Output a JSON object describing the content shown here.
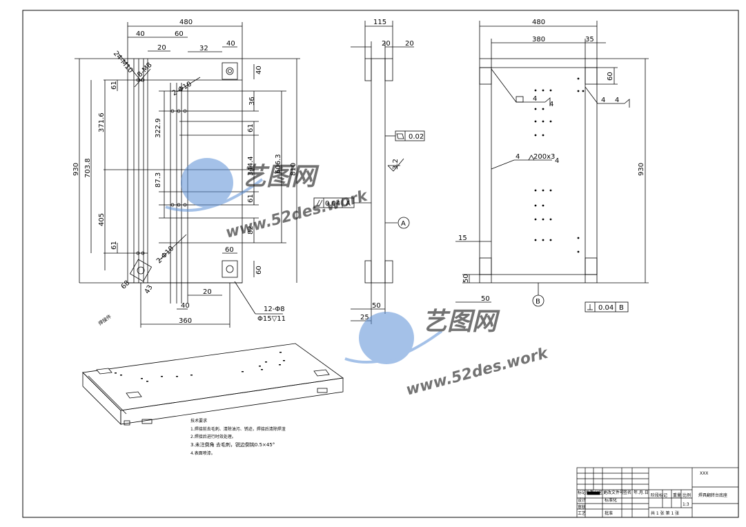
{
  "drawing": {
    "title_code": "XXX",
    "part_name": "焊具翻转台底座",
    "scale": "1:3",
    "sheet": "共 1 张 第 1 张"
  },
  "front_view": {
    "dims": {
      "width_480": "480",
      "d40a": "40",
      "d60a": "60",
      "d20a": "20",
      "d32": "32",
      "d40b": "40",
      "hole_24": "24-M10",
      "hole_8": "8-M8",
      "hole_2a": "2-Φ10",
      "d40c": "40",
      "d36": "36",
      "d61a": "61",
      "d61b": "61",
      "d61c": "61",
      "d61d": "61",
      "d3716": "371.6",
      "d3229": "322.9",
      "d3444": "344.4",
      "d6063": "606.3",
      "d810": "810",
      "d7038": "703.8",
      "d930": "930",
      "d873": "87.3",
      "d405": "405",
      "d82": "82",
      "d60b": "60",
      "d60c": "60",
      "hole_2b": "2-Φ10",
      "d68": "68",
      "d43": "43",
      "d40d": "40",
      "d20b": "20",
      "d360": "360",
      "hole_12": "12-Φ8",
      "hole_15": "Φ15▽11"
    },
    "mark": "焊接件"
  },
  "side_view": {
    "dims": {
      "d115": "115",
      "d20a": "20",
      "d20b": "20",
      "d50": "50",
      "d25": "25"
    },
    "flatness": "0.02",
    "parallel": "0.04",
    "parallel_ref": "A",
    "roughness": "3.2",
    "datum_a": "A"
  },
  "top_view": {
    "dims": {
      "d480": "480",
      "d380": "380",
      "d35": "35",
      "d60": "60",
      "d930": "930",
      "d15": "15",
      "d50a": "50",
      "d50b": "50"
    },
    "weld_1": "4",
    "weld_1b": "4",
    "weld_2": "4",
    "weld_2b": "4",
    "weld_3": "4",
    "weld_3_len": "200x3",
    "weld_3b": "4",
    "perp": "0.04",
    "perp_ref": "B",
    "datum_b": "B"
  },
  "notes": {
    "title": "技术要求",
    "n1": "1.焊接前去毛刺、清除油污、锈迹，焊接后清除焊渣",
    "n2": "2.焊接后进行时效处理。",
    "n3": "3.未注倒角  去毛刺，锐边倒钝0.5×45°",
    "n4": "4.表面喷漆。"
  },
  "title_block": {
    "r1": [
      "标记",
      "处数",
      "分区",
      "更改文件号",
      "签名",
      "年.月.日"
    ],
    "design": "设计",
    "std": "标准化",
    "check": "审核",
    "craft": "工艺",
    "approve": "批准",
    "stage": "阶段标记",
    "weight": "重量",
    "scale_label": "比例"
  },
  "watermark": {
    "brand": "艺图网",
    "url": "www.52des.work"
  }
}
